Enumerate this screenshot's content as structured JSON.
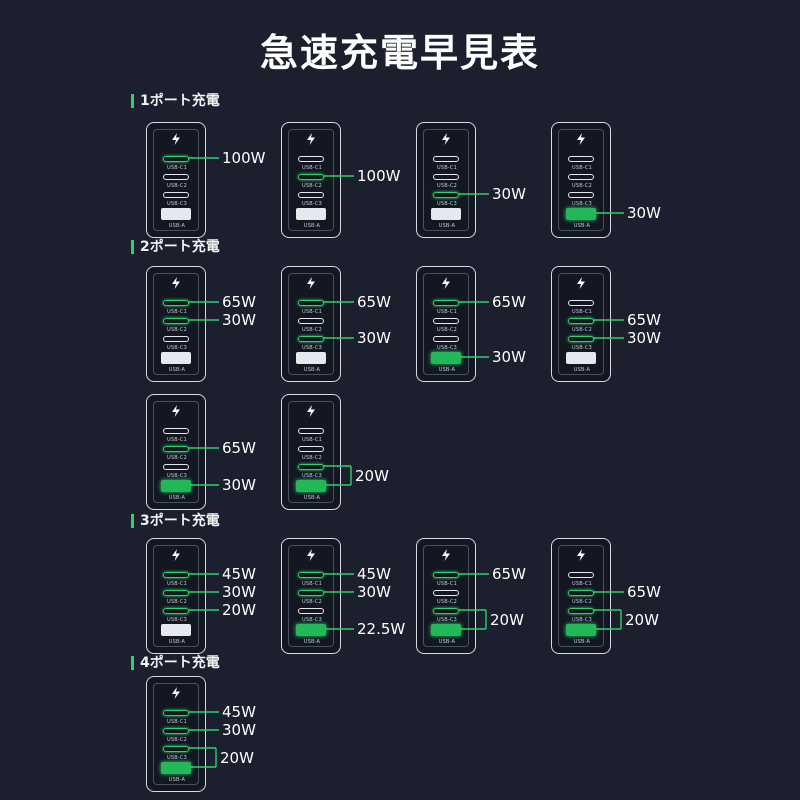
{
  "title": "急速充電早見表",
  "sections": {
    "one": "1ポート充電",
    "two": "2ポート充電",
    "three": "3ポート充電",
    "four": "4ポート充電"
  },
  "port_labels": {
    "c1": "USB-C1",
    "c2": "USB-C2",
    "c3": "USB-C3",
    "a": "USB-A"
  },
  "colors": {
    "active": "#2fd06a",
    "background": "#1b1f2e"
  },
  "icons": {
    "charging": "lightning-bolt-icon"
  },
  "configs": [
    {
      "section": "1ポート充電",
      "active": [
        "USB-C1"
      ],
      "watts": [
        "100W"
      ]
    },
    {
      "section": "1ポート充電",
      "active": [
        "USB-C2"
      ],
      "watts": [
        "100W"
      ]
    },
    {
      "section": "1ポート充電",
      "active": [
        "USB-C3"
      ],
      "watts": [
        "30W"
      ]
    },
    {
      "section": "1ポート充電",
      "active": [
        "USB-A"
      ],
      "watts": [
        "30W"
      ]
    },
    {
      "section": "2ポート充電",
      "active": [
        "USB-C1",
        "USB-C2"
      ],
      "watts": [
        "65W",
        "30W"
      ]
    },
    {
      "section": "2ポート充電",
      "active": [
        "USB-C1",
        "USB-C3"
      ],
      "watts": [
        "65W",
        "30W"
      ]
    },
    {
      "section": "2ポート充電",
      "active": [
        "USB-C1",
        "USB-A"
      ],
      "watts": [
        "65W",
        "30W"
      ]
    },
    {
      "section": "2ポート充電",
      "active": [
        "USB-C2",
        "USB-C3"
      ],
      "watts": [
        "65W",
        "30W"
      ]
    },
    {
      "section": "2ポート充電",
      "active": [
        "USB-C2",
        "USB-A"
      ],
      "watts": [
        "65W",
        "30W"
      ]
    },
    {
      "section": "2ポート充電",
      "active": [
        "USB-C3",
        "USB-A"
      ],
      "watts": [
        "20W"
      ]
    },
    {
      "section": "3ポート充電",
      "active": [
        "USB-C1",
        "USB-C2",
        "USB-C3"
      ],
      "watts": [
        "45W",
        "30W",
        "20W"
      ]
    },
    {
      "section": "3ポート充電",
      "active": [
        "USB-C1",
        "USB-C2",
        "USB-A"
      ],
      "watts": [
        "45W",
        "30W",
        "22.5W"
      ]
    },
    {
      "section": "3ポート充電",
      "active": [
        "USB-C1",
        "USB-C3",
        "USB-A"
      ],
      "watts": [
        "65W",
        "20W"
      ]
    },
    {
      "section": "3ポート充電",
      "active": [
        "USB-C2",
        "USB-C3",
        "USB-A"
      ],
      "watts": [
        "65W",
        "20W"
      ]
    },
    {
      "section": "4ポート充電",
      "active": [
        "USB-C1",
        "USB-C2",
        "USB-C3",
        "USB-A"
      ],
      "watts": [
        "45W",
        "30W",
        "20W"
      ]
    }
  ]
}
